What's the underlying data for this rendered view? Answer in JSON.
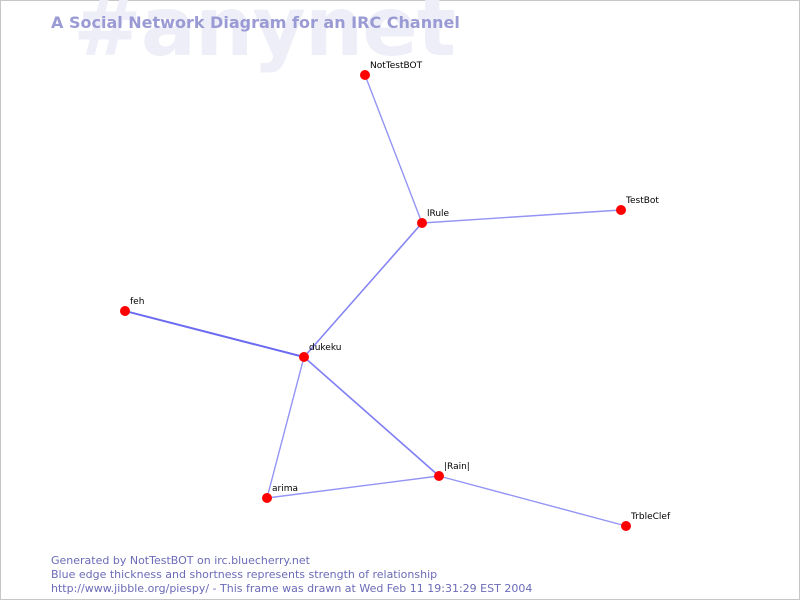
{
  "watermark": "#anynet",
  "title": "A Social Network Diagram for an IRC Channel",
  "colors": {
    "edge": "#5b5bf0",
    "node": "#ff0000",
    "title": "#9a9ad4",
    "watermark": "#eeeef8",
    "footer": "#6b6bb8"
  },
  "nodes": [
    {
      "id": "NotTestBOT",
      "label": "NotTestBOT"
    },
    {
      "id": "TestBot",
      "label": "TestBot"
    },
    {
      "id": "lRule",
      "label": "lRule"
    },
    {
      "id": "feh",
      "label": "feh"
    },
    {
      "id": "dukeku",
      "label": "dukeku"
    },
    {
      "id": "lRainl",
      "label": "|Rain|"
    },
    {
      "id": "arima",
      "label": "arima"
    },
    {
      "id": "TrbleClef",
      "label": "TrbleClef"
    }
  ],
  "edges": [
    {
      "source": "NotTestBOT",
      "target": "lRule",
      "strength": 0.45
    },
    {
      "source": "lRule",
      "target": "TestBot",
      "strength": 0.45
    },
    {
      "source": "lRule",
      "target": "dukeku",
      "strength": 0.65
    },
    {
      "source": "feh",
      "target": "dukeku",
      "strength": 1.0
    },
    {
      "source": "dukeku",
      "target": "lRainl",
      "strength": 0.7
    },
    {
      "source": "dukeku",
      "target": "arima",
      "strength": 0.45
    },
    {
      "source": "arima",
      "target": "lRainl",
      "strength": 0.45
    },
    {
      "source": "lRainl",
      "target": "TrbleClef",
      "strength": 0.45
    }
  ],
  "footer": {
    "line1": "Generated by NotTestBOT on irc.bluecherry.net",
    "line2": "Blue edge thickness and shortness represents strength of relationship",
    "line3": "http://www.jibble.org/piespy/ - This frame was drawn at Wed Feb 11 19:31:29 EST 2004"
  }
}
